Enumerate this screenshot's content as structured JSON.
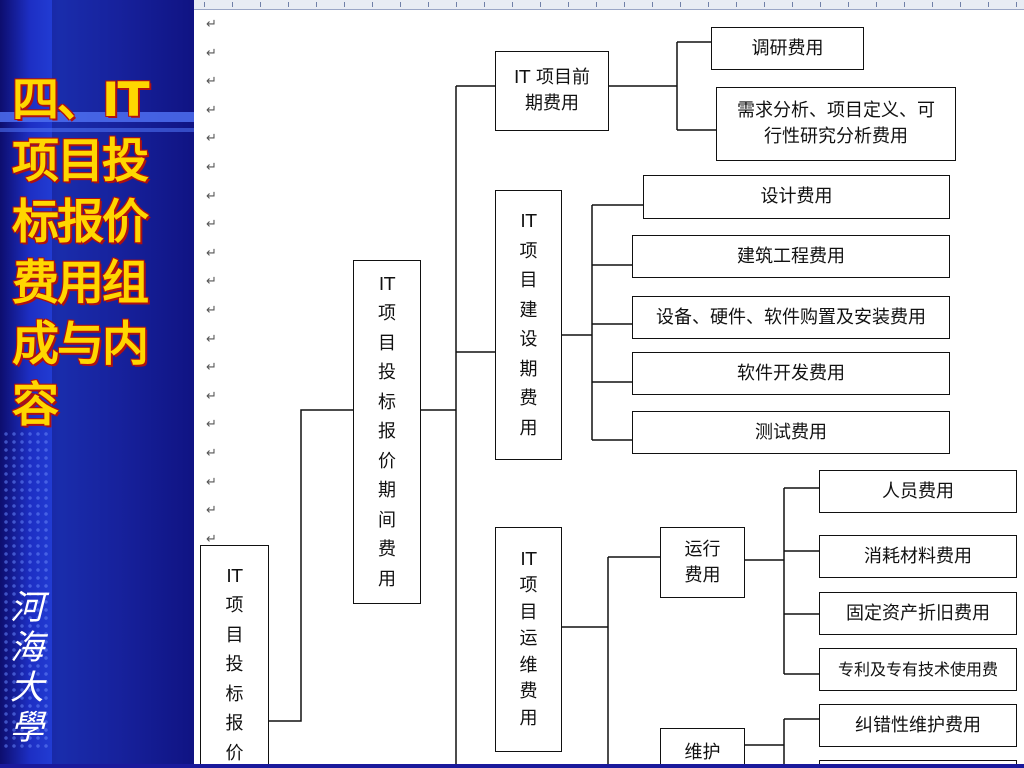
{
  "slide": {
    "title": "四、IT项目投标报价费用组成与内容",
    "logo_text": "河海大學"
  },
  "colors": {
    "title_fill": "#ffd700",
    "title_outline": "#b01010",
    "panel_blue": "#2340d8",
    "line": "#111111"
  },
  "diagram": {
    "root": "IT\n项\n目\n投\n标\n报\n价",
    "bid_phase": "IT\n项\n目\n投\n标\n报\n价\n期\n间\n费\n用",
    "pre": {
      "label": "IT 项目前\n期费用",
      "items": [
        "调研费用",
        "需求分析、项目定义、可\n行性研究分析费用"
      ]
    },
    "build": {
      "label": "IT\n项\n目\n建\n设\n期\n费\n用",
      "items": [
        "设计费用",
        "建筑工程费用",
        "设备、硬件、软件购置及安装费用",
        "软件开发费用",
        "测试费用"
      ]
    },
    "om": {
      "label": "IT\n项\n目\n运\n维\n费\n用",
      "run": {
        "label": "运行\n费用",
        "items": [
          "人员费用",
          "消耗材料费用",
          "固定资产折旧费用",
          "专利及专有技术使用费"
        ]
      },
      "maint": {
        "label": "维护",
        "items": [
          "纠错性维护费用"
        ]
      }
    }
  }
}
